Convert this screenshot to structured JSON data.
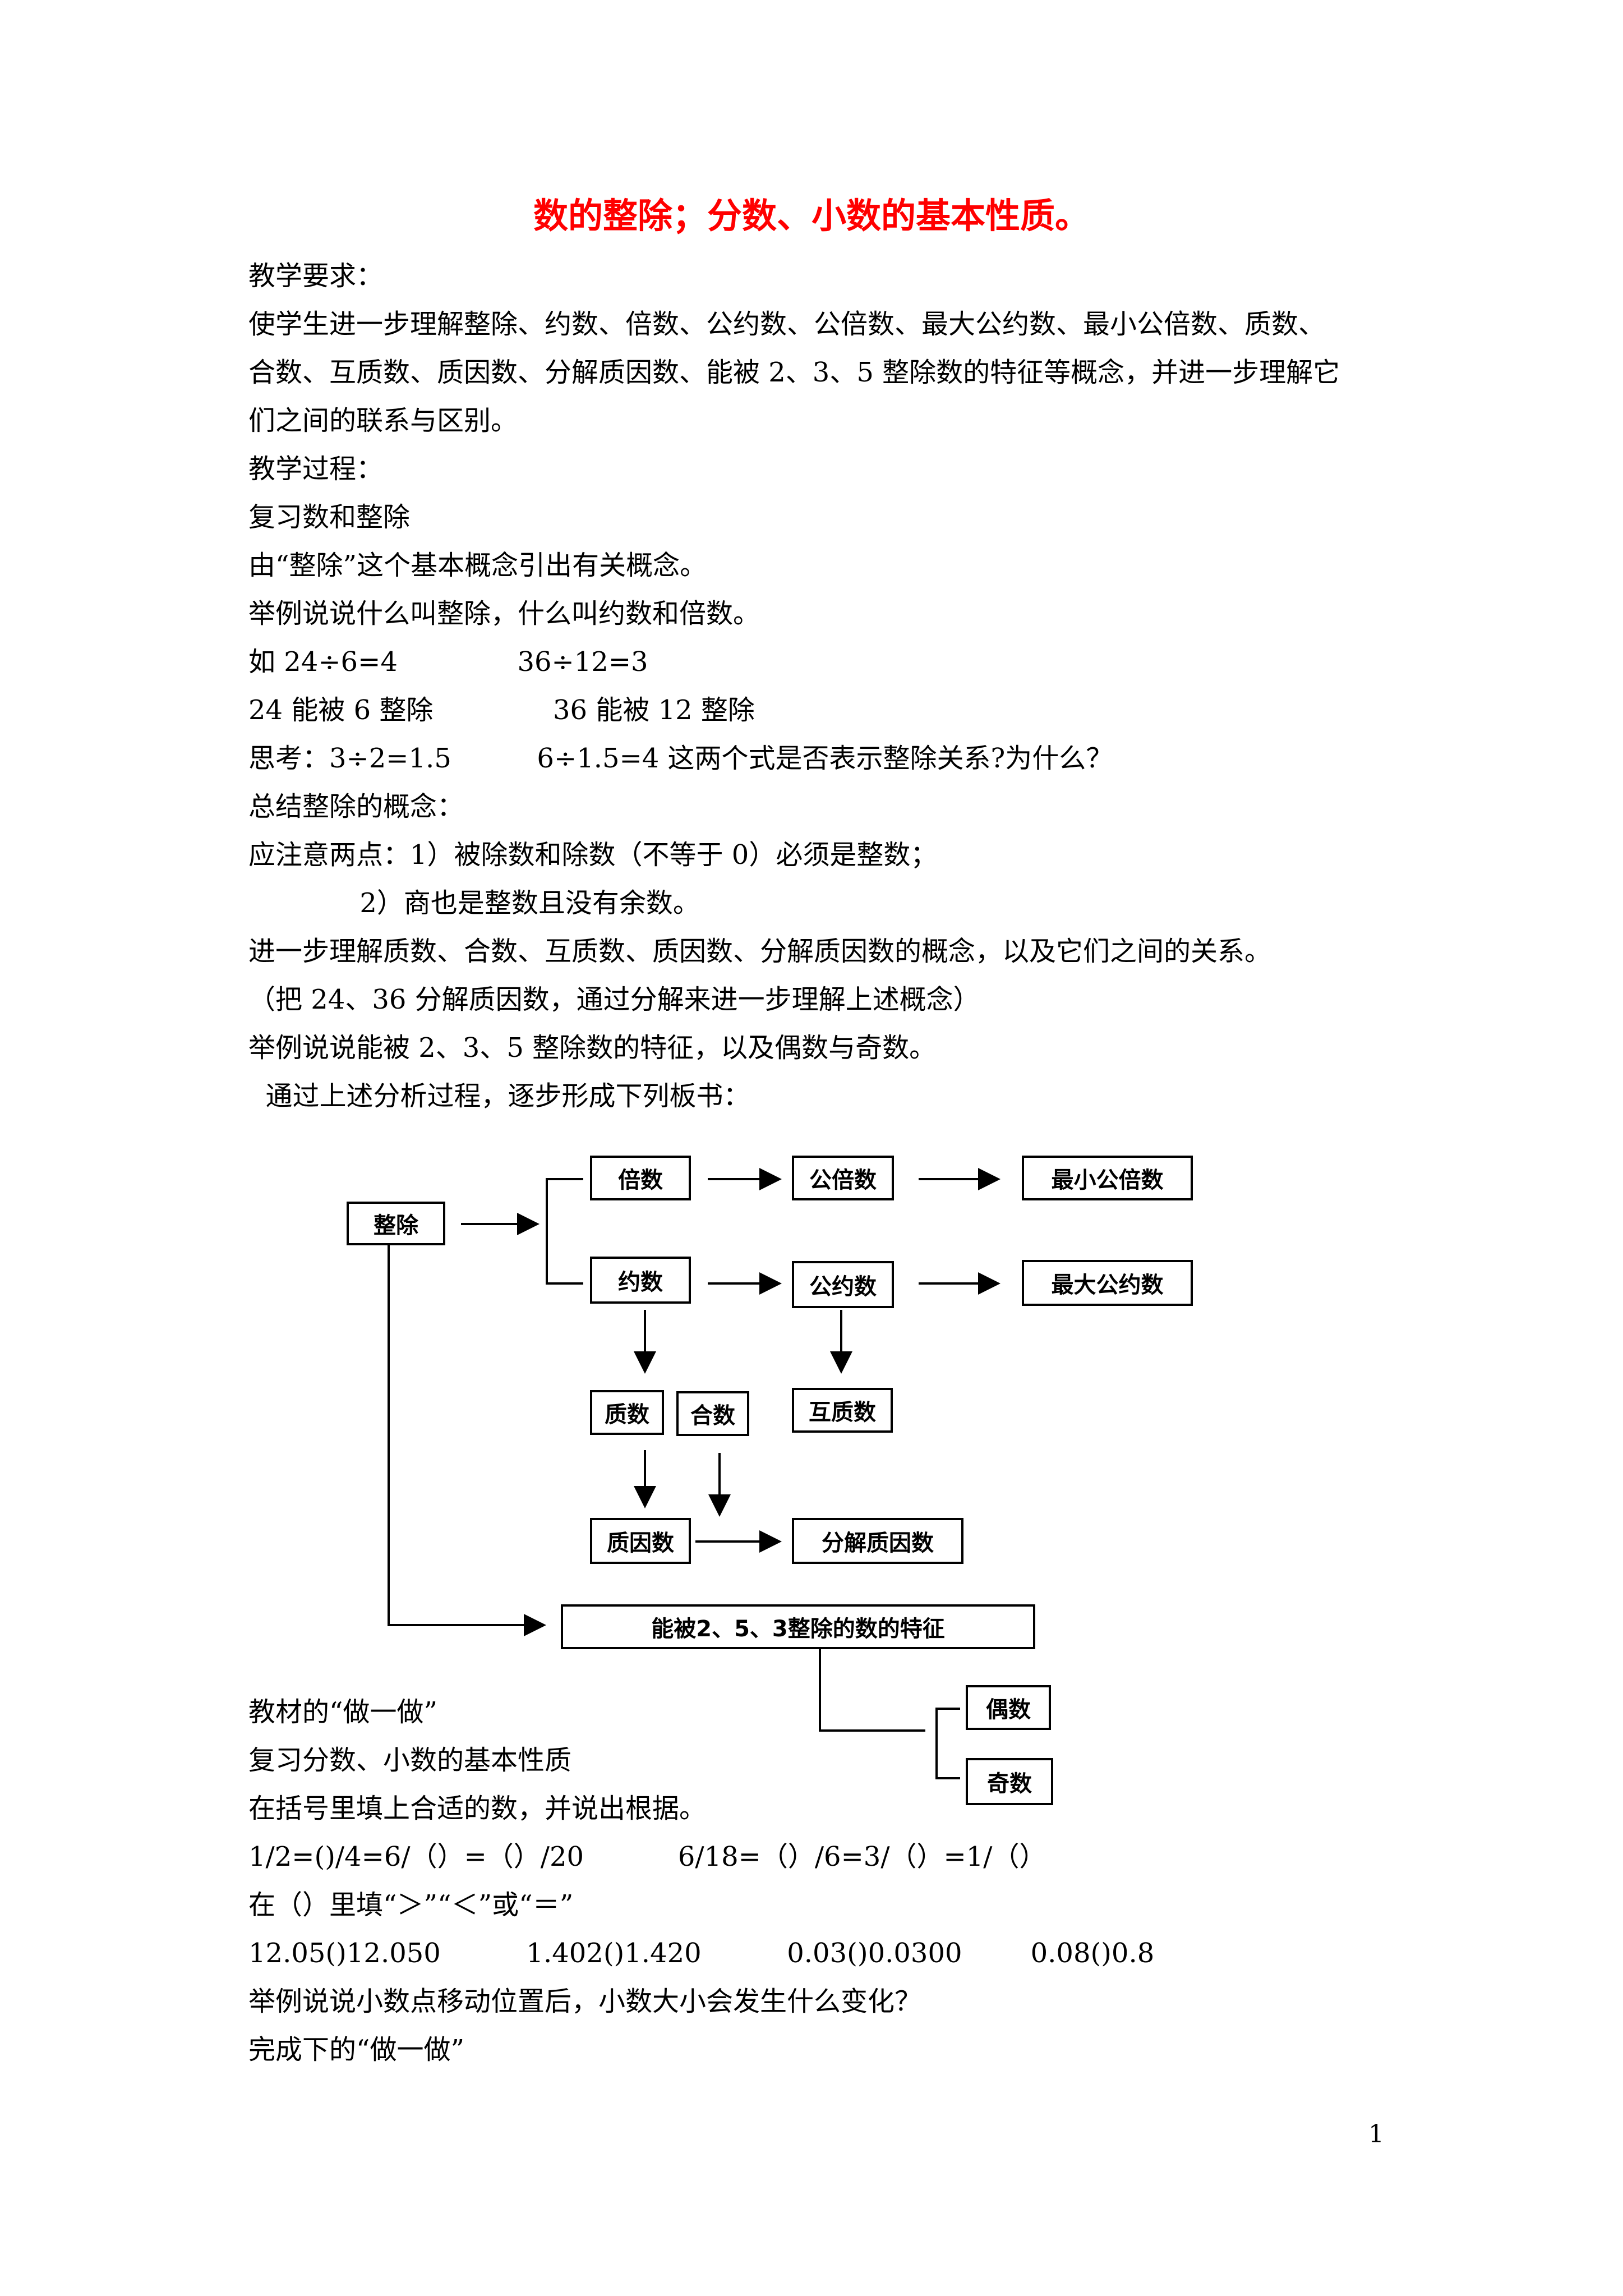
{
  "document": {
    "title": "数的整除；分数、小数的基本性质。",
    "page_number": "1",
    "lines": [
      "教学要求：",
      "使学生进一步理解整除、约数、倍数、公约数、公倍数、最大公约数、最小公倍数、质数、",
      "合数、互质数、质因数、分解质因数、能被 2、3、5 整除数的特征等概念，并进一步理解它",
      "们之间的联系与区别。",
      "教学过程：",
      "复习数和整除",
      "由“整除”这个基本概念引出有关概念。",
      "举例说说什么叫整除，什么叫约数和倍数。",
      "如 24÷6=4              36÷12=3",
      "24 能被 6 整除              36 能被 12 整除",
      "思考：3÷2=1.5          6÷1.5=4 这两个式是否表示整除关系?为什么？",
      "总结整除的概念：",
      "应注意两点：1）被除数和除数（不等于 0）必须是整数；",
      "             2）商也是整数且没有余数。",
      "进一步理解质数、合数、互质数、质因数、分解质因数的概念，以及它们之间的关系。",
      "（把 24、36 分解质因数，通过分解来进一步理解上述概念）",
      "举例说说能被 2、3、5 整除数的特征，以及偶数与奇数。",
      "  通过上述分析过程，逐步形成下列板书：",
      "教材的“做一做”",
      "复习分数、小数的基本性质",
      "在括号里填上合适的数，并说出根据。",
      "1/2=()/4=6/（）=（）/20           6/18=（）/6=3/（）=1/（）",
      "在（）里填“＞”“＜”或“＝”",
      "12.05()12.050          1.402()1.420          0.03()0.0300        0.08()0.8",
      "举例说说小数点移动位置后，小数大小会发生什么变化？",
      "完成下的“做一做”"
    ]
  },
  "diagram": {
    "zhengchu": "整除",
    "beishu": "倍数",
    "gongbeishu": "公倍数",
    "zuixiao_gongbeishu": "最小公倍数",
    "yueshu": "约数",
    "gongyueshu": "公约数",
    "zuida_gongyueshu": "最大公约数",
    "zhishu": "质数",
    "heshu": "合数",
    "huzhishu": "互质数",
    "zhiyinshu": "质因数",
    "fenjie_zhiyinshu": "分解质因数",
    "tezheng": "能被2、5、3整除的数的特征",
    "oushu": "偶数",
    "jishu": "奇数"
  }
}
